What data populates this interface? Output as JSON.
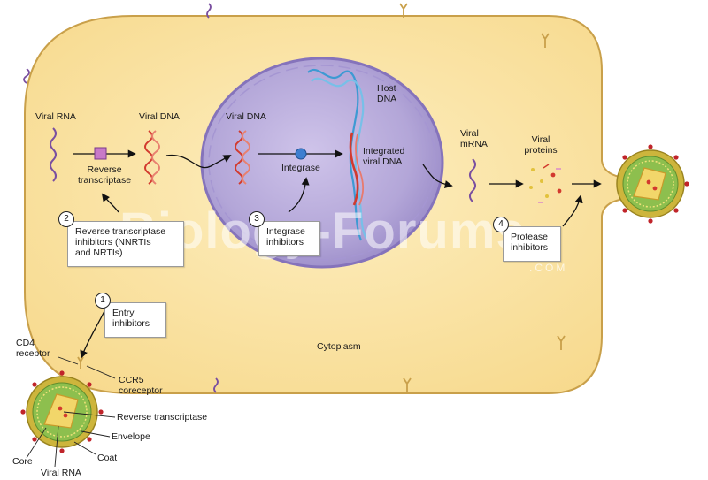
{
  "labels": {
    "viral_rna": "Viral RNA",
    "viral_dna_1": "Viral DNA",
    "viral_dna_2": "Viral DNA",
    "reverse_transcriptase": "Reverse\ntranscriptase",
    "host_dna": "Host\nDNA",
    "integrated_viral_dna": "Integrated\nviral DNA",
    "integrase": "Integrase",
    "viral_mrna": "Viral\nmRNA",
    "viral_proteins": "Viral\nproteins",
    "cytoplasm": "Cytoplasm",
    "cd4_receptor": "CD4\nreceptor",
    "ccr5_coreceptor": "CCR5\ncoreceptor",
    "virion_reverse_transcriptase": "Reverse transcriptase",
    "envelope": "Envelope",
    "coat": "Coat",
    "core": "Core",
    "virion_viral_rna": "Viral RNA"
  },
  "inhibitors": [
    {
      "number": "1",
      "text": "Entry\ninhibitors"
    },
    {
      "number": "2",
      "text": "Reverse transcriptase\ninhibitors (NNRTIs\nand NRTIs)"
    },
    {
      "number": "3",
      "text": "Integrase\ninhibitors"
    },
    {
      "number": "4",
      "text": "Protease\ninhibitors"
    }
  ],
  "watermark": {
    "main": "Biology-Forums",
    "sub": ".COM"
  },
  "colors": {
    "cell_fill": "#fbe3a4",
    "cell_stroke": "#c9a04a",
    "nucleus_fill": "#b4a7d6",
    "nucleus_stroke": "#8e7cbf",
    "rna_purple": "#7a4fa0",
    "dna_red": "#d23a2e",
    "host_dna_blue": "#4aa6d8",
    "virion_outer": "#c8b23a",
    "virion_green": "#7fb24a",
    "virion_core": "#e85a5a"
  }
}
